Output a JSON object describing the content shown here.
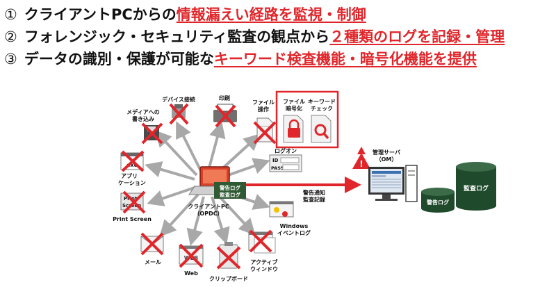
{
  "headline": {
    "line1": {
      "num": "①",
      "plain": "クライアントPCからの",
      "highlight": "情報漏えい経路を監視・制御"
    },
    "line2": {
      "num": "②",
      "plain": "フォレンジック・セキュリティ監査の観点から",
      "highlight": "２種類のログを記録・管理"
    },
    "line3": {
      "num": "③",
      "plain": "データの識別・保護が可能な",
      "highlight": "キーワード検査機能・暗号化機能を提供"
    }
  },
  "diagram": {
    "center": {
      "label_line1": "クライアントPC",
      "label_line2": "（OPDC）",
      "badge_line1": "警告ログ",
      "badge_line2": "監査ログ"
    },
    "routes": {
      "device": {
        "line1": "デバイス接続"
      },
      "print": {
        "line1": "印刷"
      },
      "media": {
        "line1": "メディアへの",
        "line2": "書き込み"
      },
      "fileop": {
        "line1": "ファイル",
        "line2": "操作"
      },
      "encrypt": {
        "line1": "ファイル",
        "line2": "暗号化"
      },
      "keyword": {
        "line1": "キーワード",
        "line2": "チェック"
      },
      "logon": {
        "line1": "ログオン",
        "id_text": "ID",
        "pass_text": "PASS"
      },
      "app": {
        "line1": "アプリ",
        "line2": "ケーション",
        "icon_text": "exe"
      },
      "printscreen": {
        "line1": "Print Screen",
        "icon_line1": "Print",
        "icon_line2": "Screen"
      },
      "winlog": {
        "line1": "Windows",
        "line2": "イベントログ"
      },
      "mail": {
        "line1": "メール"
      },
      "web": {
        "line1": "Web",
        "icon_text": "WEB"
      },
      "clip": {
        "line1": "クリップボード"
      },
      "active": {
        "line1": "アクティブ",
        "line2": "ウィンドウ"
      }
    },
    "arrow_label": {
      "line1": "警告通知",
      "line2": "監査記録"
    },
    "server": {
      "line1": "管理サーバ",
      "line2": "（OM）"
    },
    "db_small": "警告ログ",
    "db_large": "監査ログ",
    "colors": {
      "accent": "#e0262b",
      "db_green": "#1f4a2c",
      "badge_green": "#2f5a33",
      "arrow_gray": "#a8a8a8"
    }
  }
}
